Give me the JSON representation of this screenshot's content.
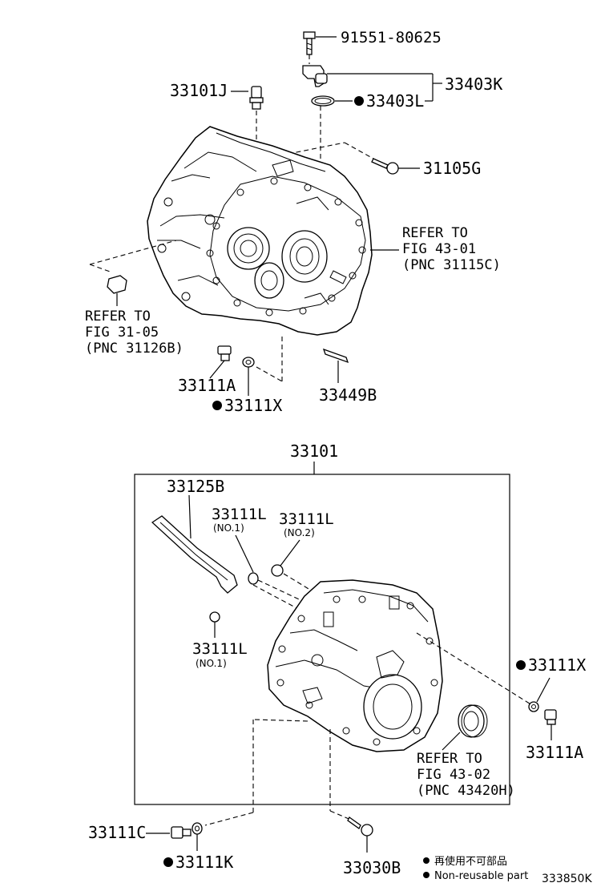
{
  "labels": {
    "p_91551": "91551-80625",
    "p_33403K": "33403K",
    "p_33403L": "33403L",
    "p_33101J": "33101J",
    "p_31105G": "31105G",
    "refer_43_01": [
      "REFER TO",
      "FIG 43-01",
      "(PNC 31115C)"
    ],
    "refer_31_05": [
      "REFER TO",
      "FIG 31-05",
      "(PNC 31126B)"
    ],
    "p_33111A_top": "33111A",
    "p_33111X_top": "33111X",
    "p_33449B": "33449B",
    "p_33101": "33101",
    "p_33125B": "33125B",
    "p_33111L_1": "33111L",
    "no1_a": "(NO.1)",
    "p_33111L_2": "33111L",
    "no2": "(NO.2)",
    "p_33111L_3": "33111L",
    "no1_b": "(NO.1)",
    "p_33111X_bot": "33111X",
    "p_33111A_bot": "33111A",
    "refer_43_02": [
      "REFER TO",
      "FIG 43-02",
      "(PNC 43420H)"
    ],
    "p_33111C": "33111C",
    "p_33111K": "33111K",
    "p_33030B": "33030B"
  },
  "legend": {
    "line1": "再使用不可部品",
    "line2": "Non-reusable part"
  },
  "figure_code": "333850K"
}
